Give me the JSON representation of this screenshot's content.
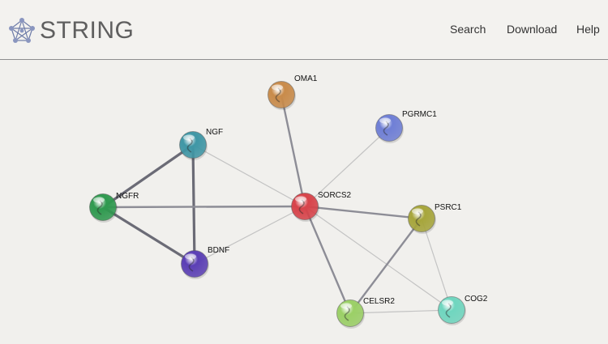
{
  "app": {
    "name": "STRING"
  },
  "nav": {
    "search": "Search",
    "download": "Download",
    "help": "Help"
  },
  "network": {
    "nodes": [
      {
        "id": "OMA1",
        "label": "OMA1",
        "color": "#c98b4a"
      },
      {
        "id": "PGRMC1",
        "label": "PGRMC1",
        "color": "#6f7fd6"
      },
      {
        "id": "NGF",
        "label": "NGF",
        "color": "#3f97a6"
      },
      {
        "id": "NGFR",
        "label": "NGFR",
        "color": "#2f9a4f"
      },
      {
        "id": "SORCS2",
        "label": "SORCS2",
        "color": "#d8434a"
      },
      {
        "id": "PSRC1",
        "label": "PSRC1",
        "color": "#a7a63b"
      },
      {
        "id": "BDNF",
        "label": "BDNF",
        "color": "#5b3fb5"
      },
      {
        "id": "CELSR2",
        "label": "CELSR2",
        "color": "#9bd066"
      },
      {
        "id": "COG2",
        "label": "COG2",
        "color": "#6fd6bf"
      }
    ],
    "edges": [
      {
        "source": "NGF",
        "target": "NGFR",
        "strength": "high"
      },
      {
        "source": "NGF",
        "target": "BDNF",
        "strength": "high"
      },
      {
        "source": "NGFR",
        "target": "BDNF",
        "strength": "high"
      },
      {
        "source": "NGF",
        "target": "SORCS2",
        "strength": "low"
      },
      {
        "source": "NGFR",
        "target": "SORCS2",
        "strength": "medium"
      },
      {
        "source": "BDNF",
        "target": "SORCS2",
        "strength": "low"
      },
      {
        "source": "OMA1",
        "target": "SORCS2",
        "strength": "medium"
      },
      {
        "source": "PGRMC1",
        "target": "SORCS2",
        "strength": "low"
      },
      {
        "source": "SORCS2",
        "target": "PSRC1",
        "strength": "medium"
      },
      {
        "source": "SORCS2",
        "target": "CELSR2",
        "strength": "medium"
      },
      {
        "source": "SORCS2",
        "target": "COG2",
        "strength": "low"
      },
      {
        "source": "PSRC1",
        "target": "CELSR2",
        "strength": "medium"
      },
      {
        "source": "PSRC1",
        "target": "COG2",
        "strength": "low"
      },
      {
        "source": "CELSR2",
        "target": "COG2",
        "strength": "low"
      }
    ]
  }
}
